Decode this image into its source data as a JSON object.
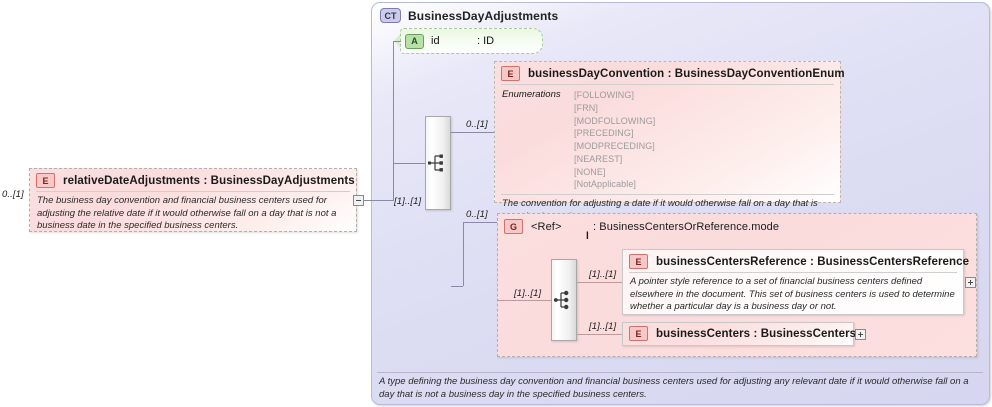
{
  "diagram": {
    "kind": "xsd-schema-diagram",
    "colors": {
      "complex_type_fill": "#dcdcf3",
      "complex_type_border": "#b9b9d8",
      "element_fill": "#fbdcdc",
      "element_border": "#c8c8c8",
      "attribute_fill": "#e9f7e2",
      "attribute_border": "#a9c9a0",
      "tag_e_fill": "#f7c9c6",
      "tag_ct_fill": "#ccccea",
      "connector": "#8a8aa8"
    }
  },
  "complex_type": {
    "tag": "CT",
    "title": "BusinessDayAdjustments",
    "documentation": "A type defining the business day convention and financial business centers used for adjusting any relevant date if it would otherwise fall on a day that is not a business day in the specified business centers."
  },
  "attribute": {
    "tag": "A",
    "name": "id",
    "type": ": ID"
  },
  "referencing_element": {
    "tag": "E",
    "title": "relativeDateAdjustments : BusinessDayAdjustments",
    "cardinality": "0..[1]",
    "documentation": "The business day convention and financial business centers used for adjusting the relative date if it would otherwise fall on a day that is not a business date in the specified business centers.",
    "toggle": "minus"
  },
  "sequence_compositor": {
    "icon": "sequence-icon",
    "cardinality_in": "[1]..[1]"
  },
  "business_day_convention": {
    "tag": "E",
    "title": "businessDayConvention : BusinessDayConventionEnum",
    "cardinality": "0..[1]",
    "enumerations_label": "Enumerations",
    "enumerations": [
      "[FOLLOWING]",
      "[FRN]",
      "[MODFOLLOWING]",
      "[PRECEDING]",
      "[MODPRECEDING]",
      "[NEAREST]",
      "[NONE]",
      "[NotApplicable]"
    ],
    "documentation": "The convention for adjusting a date if it would otherwise fall on a day that is not a business day."
  },
  "group": {
    "tag": "G",
    "ref_label": "<Ref>",
    "title": ": BusinessCentersOrReference.mode",
    "title_suffix": "l",
    "cardinality": "0..[1]"
  },
  "choice_compositor": {
    "icon": "choice-icon",
    "cardinality_in": "[1]..[1]"
  },
  "business_centers_reference": {
    "tag": "E",
    "title": "businessCentersReference : BusinessCentersReference",
    "cardinality": "[1]..[1]",
    "documentation": "A pointer style reference to a set of financial business centers defined elsewhere in the document. This set of business centers is used to determine whether a particular day is a business day or not.",
    "toggle": "plus"
  },
  "business_centers": {
    "tag": "E",
    "title": "businessCenters : BusinessCenters",
    "cardinality": "[1]..[1]",
    "toggle": "plus"
  }
}
